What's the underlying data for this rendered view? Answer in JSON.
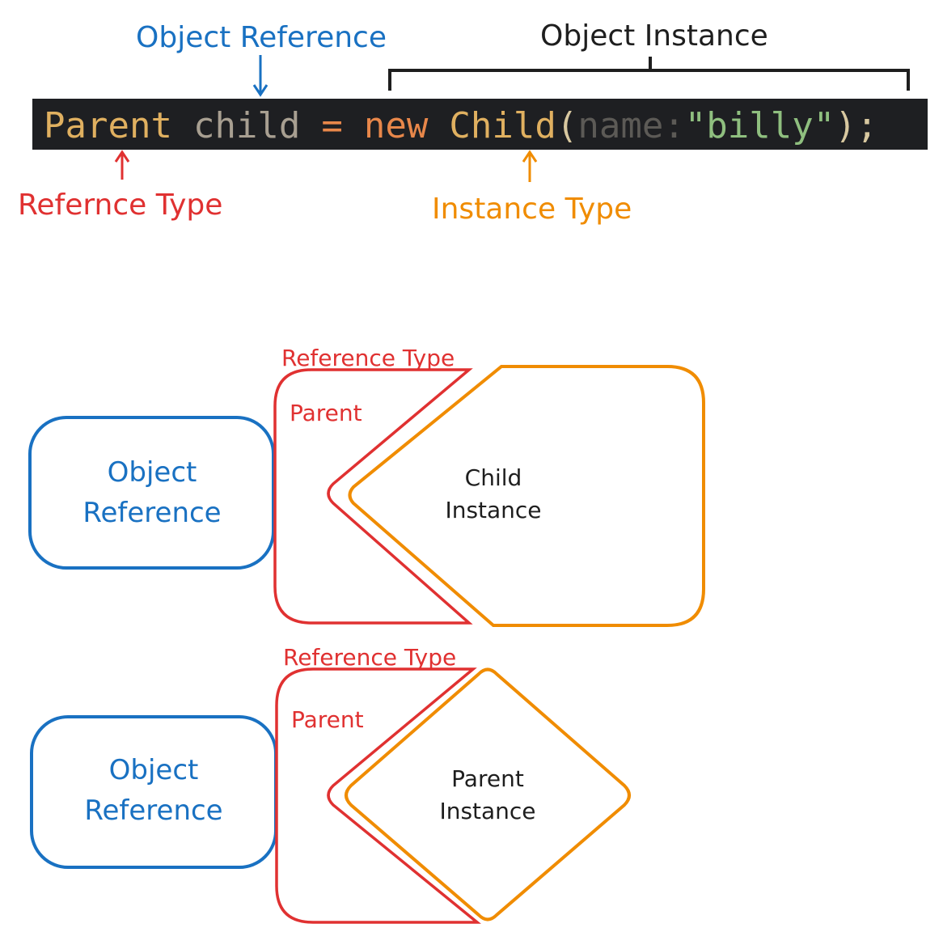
{
  "colors": {
    "blue": "#1971c2",
    "red": "#e03131",
    "orange": "#f08c00",
    "black": "#1e1e1e",
    "code_bg": "#1e1f22"
  },
  "top_annotations": {
    "object_reference": "Object Reference",
    "object_instance": "Object Instance",
    "reference_type": "Refernce Type",
    "instance_type": "Instance Type"
  },
  "code": {
    "type": "Parent",
    "variable": "child",
    "equals": "=",
    "keyword": "new",
    "ctor": "Child",
    "open_paren": "(",
    "param_hint": "name:",
    "string": "\"billy\"",
    "close": ");"
  },
  "diagram1": {
    "object_reference_line1": "Object",
    "object_reference_line2": "Reference",
    "reference_type_label": "Reference Type",
    "parent_label": "Parent",
    "instance_line1": "Child",
    "instance_line2": "Instance"
  },
  "diagram2": {
    "object_reference_line1": "Object",
    "object_reference_line2": "Reference",
    "reference_type_label": "Reference Type",
    "parent_label": "Parent",
    "instance_line1": "Parent",
    "instance_line2": "Instance"
  }
}
